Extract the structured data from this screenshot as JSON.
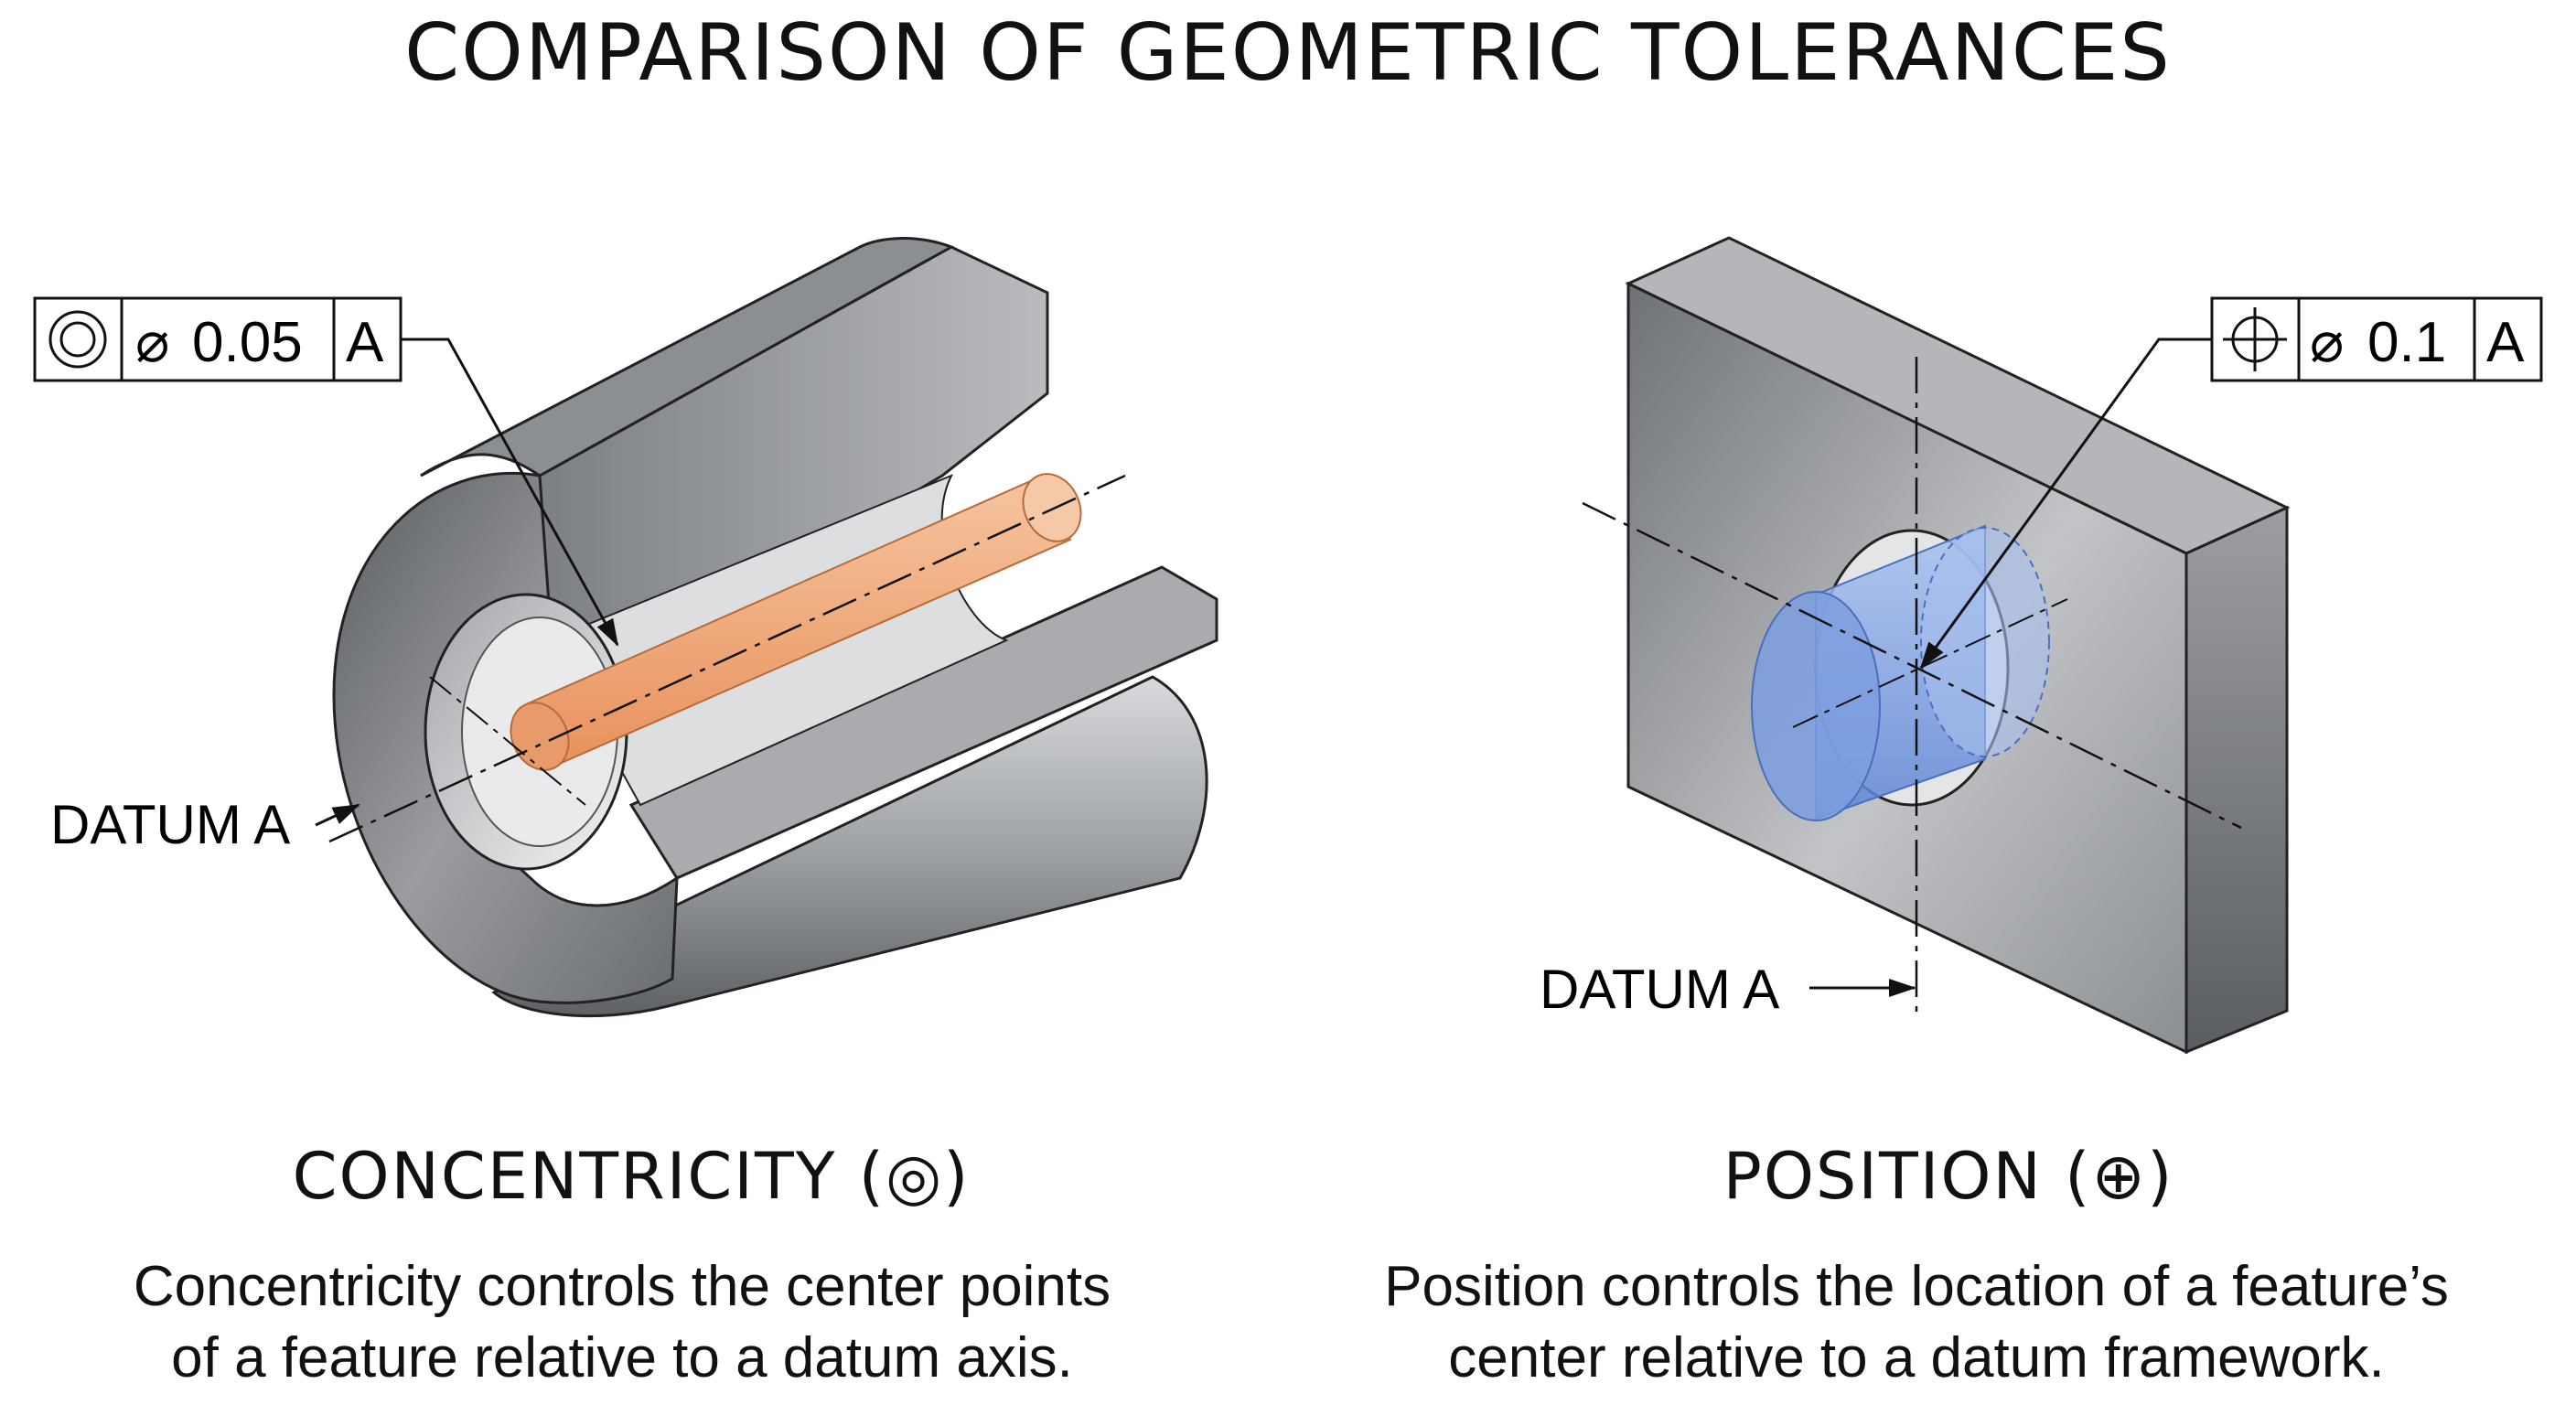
{
  "title": "COMPARISON OF GEOMETRIC TOLERANCES",
  "concentricity": {
    "frame": {
      "symbol": "concentricity-symbol",
      "diameter_sign": "⌀",
      "value": "0.05",
      "datum": "A"
    },
    "datum_label": "DATUM A",
    "heading": "CONCENTRICITY (◎)",
    "description_line1": "Concentricity controls the center points",
    "description_line2": "of a feature relative to a datum axis."
  },
  "position": {
    "frame": {
      "symbol": "position-symbol",
      "diameter_sign": "⌀",
      "value": "0.1",
      "datum": "A"
    },
    "datum_label": "DATUM A",
    "heading": "POSITION (⊕)",
    "description_line1": "Position controls the location of a feature’s",
    "description_line2": "center relative to a datum framework."
  },
  "colors": {
    "metal_dark": "#4a4d52",
    "metal_light": "#c9cbcf",
    "orange_pin": "#f0a878",
    "blue_pin": "#7a9fe0"
  }
}
